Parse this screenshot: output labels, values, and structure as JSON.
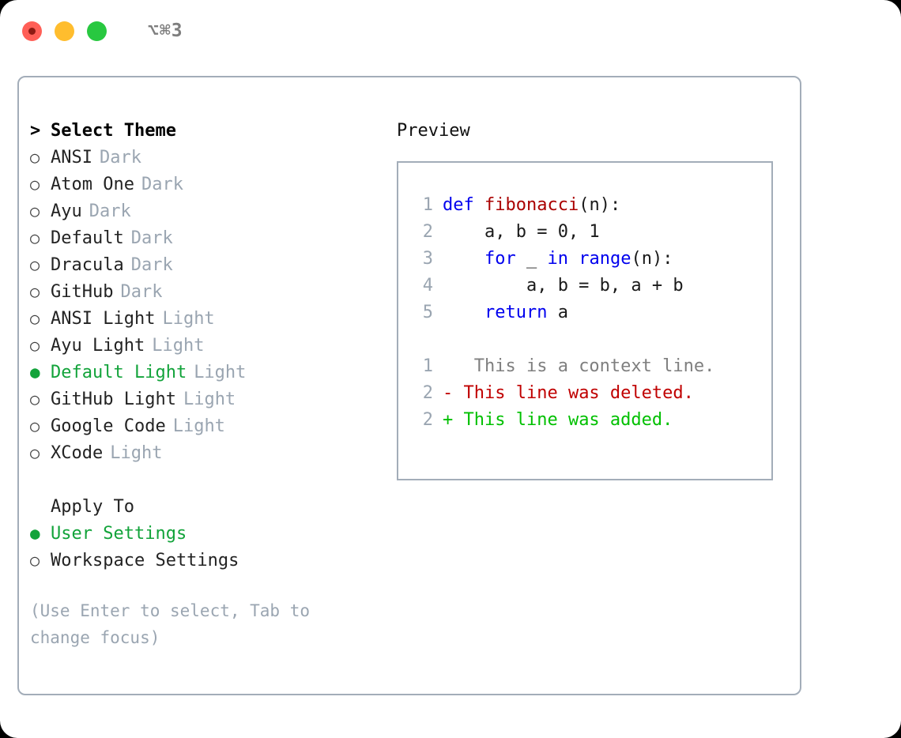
{
  "titlebar": {
    "buttons": [
      {
        "name": "close",
        "color": "#ff5f57"
      },
      {
        "name": "minimize",
        "color": "#ffbd2e"
      },
      {
        "name": "maximize",
        "color": "#28c840"
      }
    ],
    "shortcut": "⌥⌘3"
  },
  "theme_selector": {
    "header_marker": ">",
    "header": "Select Theme",
    "bullet_unselected": "○",
    "bullet_selected": "●",
    "items": [
      {
        "name": "ANSI",
        "category": "Dark",
        "selected": false
      },
      {
        "name": "Atom One",
        "category": "Dark",
        "selected": false
      },
      {
        "name": "Ayu",
        "category": "Dark",
        "selected": false
      },
      {
        "name": "Default",
        "category": "Dark",
        "selected": false
      },
      {
        "name": "Dracula",
        "category": "Dark",
        "selected": false
      },
      {
        "name": "GitHub",
        "category": "Dark",
        "selected": false
      },
      {
        "name": "ANSI Light",
        "category": "Light",
        "selected": false
      },
      {
        "name": "Ayu Light",
        "category": "Light",
        "selected": false
      },
      {
        "name": "Default Light",
        "category": "Light",
        "selected": true
      },
      {
        "name": "GitHub Light",
        "category": "Light",
        "selected": false
      },
      {
        "name": "Google Code",
        "category": "Light",
        "selected": false
      },
      {
        "name": "XCode",
        "category": "Light",
        "selected": false
      }
    ]
  },
  "apply_to": {
    "heading": "Apply To",
    "options": [
      {
        "label": "User Settings",
        "selected": true
      },
      {
        "label": "Workspace Settings",
        "selected": false
      }
    ]
  },
  "hint": "(Use Enter to select, Tab to change focus)",
  "preview": {
    "title": "Preview",
    "code_lines": [
      {
        "num": "1",
        "tokens": [
          {
            "t": "def ",
            "c": "kw"
          },
          {
            "t": "fibonacci",
            "c": "fn"
          },
          {
            "t": "(n):",
            "c": "plain"
          }
        ]
      },
      {
        "num": "2",
        "tokens": [
          {
            "t": "    a, b = 0, 1",
            "c": "plain"
          }
        ]
      },
      {
        "num": "3",
        "tokens": [
          {
            "t": "    ",
            "c": "plain"
          },
          {
            "t": "for",
            "c": "kw"
          },
          {
            "t": " _ ",
            "c": "plain"
          },
          {
            "t": "in",
            "c": "kw"
          },
          {
            "t": " ",
            "c": "plain"
          },
          {
            "t": "range",
            "c": "kw"
          },
          {
            "t": "(n):",
            "c": "plain"
          }
        ]
      },
      {
        "num": "4",
        "tokens": [
          {
            "t": "        a, b = b, a + b",
            "c": "plain"
          }
        ]
      },
      {
        "num": "5",
        "tokens": [
          {
            "t": "    ",
            "c": "plain"
          },
          {
            "t": "return",
            "c": "kw"
          },
          {
            "t": " a",
            "c": "plain"
          }
        ]
      }
    ],
    "diff_lines": [
      {
        "num": "1",
        "marker": " ",
        "text": "  This is a context line.",
        "kind": "ctx"
      },
      {
        "num": "2",
        "marker": "-",
        "text": " This line was deleted.",
        "kind": "del"
      },
      {
        "num": "2",
        "marker": "+",
        "text": " This line was added.",
        "kind": "add"
      }
    ]
  },
  "colors": {
    "accent_green": "#12a33a",
    "muted_gray": "#9aa5b1",
    "border": "#a3adb9",
    "keyword_blue": "#0000ee",
    "function_red": "#aa0000",
    "diff_deleted": "#c00000",
    "diff_added": "#00c000"
  }
}
